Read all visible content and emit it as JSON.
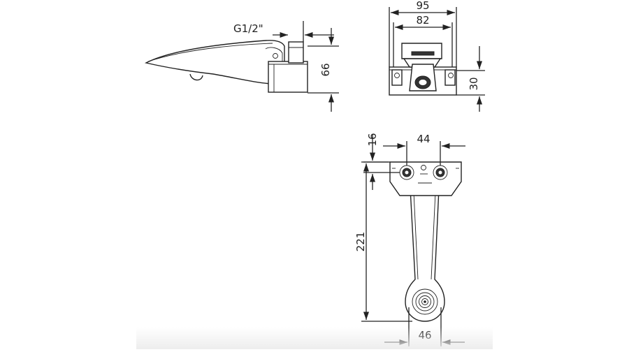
{
  "dimensions": {
    "side_height": "66",
    "thread": "G1/2\"",
    "front_outer_width": "95",
    "front_inner_width": "82",
    "front_height": "30",
    "top_length": "221",
    "top_offset": "16",
    "top_spacing": "44",
    "top_tip_width": "46"
  },
  "colors": {
    "line": "#222222",
    "background": "#ffffff"
  }
}
